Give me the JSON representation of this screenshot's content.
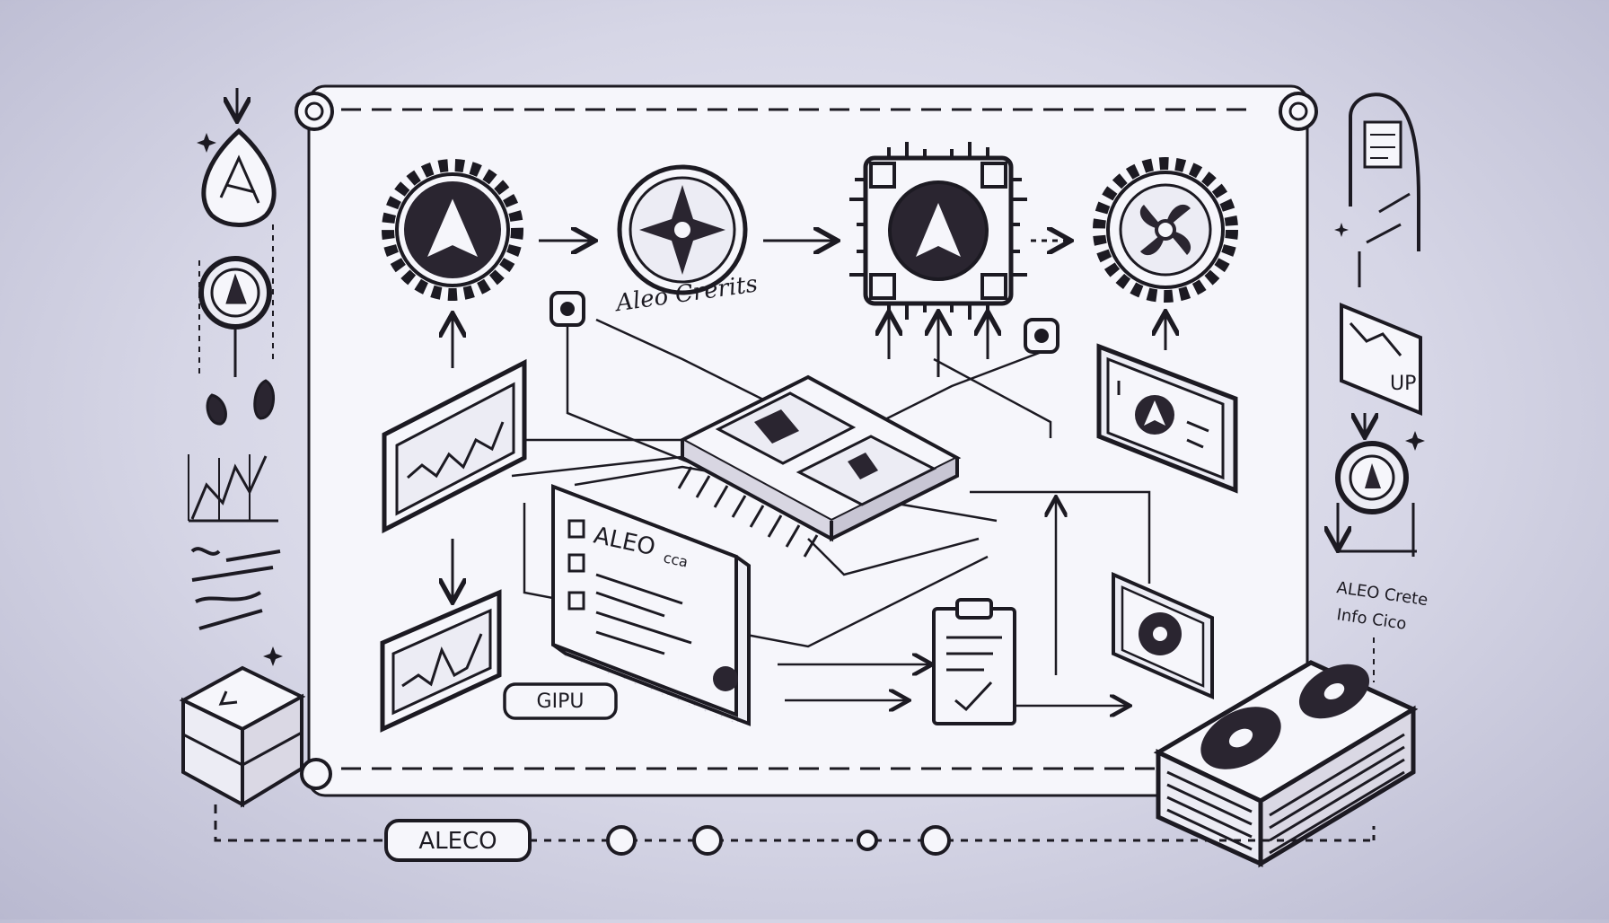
{
  "labels": {
    "credits_text": "Aleo Crerits",
    "card_title": "ALEO",
    "card_subtitle": "cca",
    "gpu_label": "GIPU",
    "bottom_badge": "ALECO",
    "right_card_text": "UP",
    "right_note_line1": "ALEO Crete",
    "right_note_line2": "Info Cico"
  },
  "colors": {
    "background": "#d6d6e6",
    "panel": "#f6f6fb",
    "ink": "#1c1a22",
    "accent_dark": "#2a2530"
  },
  "icons": [
    "aleo-logo-icon",
    "compass-star-icon",
    "chip-icon",
    "fan-icon",
    "gpu-card-icon",
    "clipboard-icon",
    "monitor-chart-icon",
    "box-icon",
    "coin-icon"
  ]
}
